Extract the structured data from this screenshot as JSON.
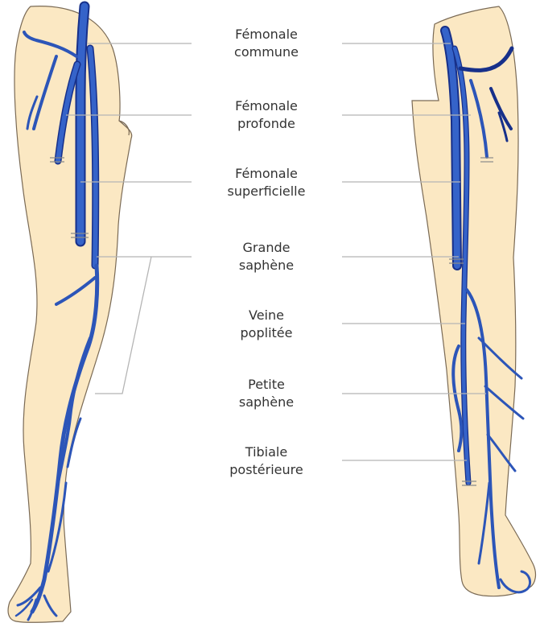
{
  "labels": [
    {
      "id": "femorale-commune",
      "line1": "Fémonale",
      "line2": "commune"
    },
    {
      "id": "femorale-profonde",
      "line1": "Fémonale",
      "line2": "profonde"
    },
    {
      "id": "femorale-superficielle",
      "line1": "Fémonale",
      "line2": "superficielle"
    },
    {
      "id": "grande-saphene",
      "line1": "Grande",
      "line2": "saphène"
    },
    {
      "id": "veine-poplitee",
      "line1": "Veine",
      "line2": "poplitée"
    },
    {
      "id": "petite-saphene",
      "line1": "Petite",
      "line2": "saphène"
    },
    {
      "id": "tibiale-posterieure",
      "line1": "Tibiale",
      "line2": "postérieure"
    }
  ],
  "colors": {
    "skin": "#fbe8c3",
    "skin_outline": "#7a6a55",
    "vein": "#2c55b8",
    "vein_dark": "#17308a",
    "leader_line": "#b5b5b5",
    "text": "#333333"
  }
}
